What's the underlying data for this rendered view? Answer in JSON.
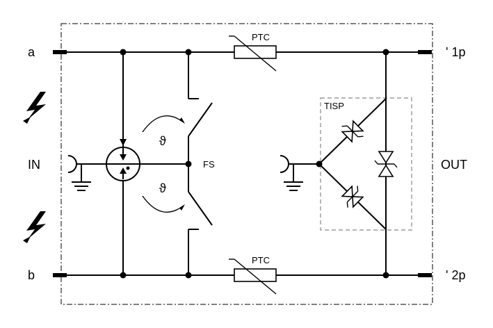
{
  "diagram": {
    "terminals": {
      "a": "a",
      "b": "b",
      "out_1p": "' 1p",
      "out_2p": "' 2p",
      "in": "IN",
      "out": "OUT"
    },
    "components": {
      "ptc_top": "PTC",
      "ptc_bottom": "PTC",
      "fs": "FS",
      "tisp": "TISP",
      "theta_top": "ϑ",
      "theta_bottom": "ϑ"
    }
  }
}
